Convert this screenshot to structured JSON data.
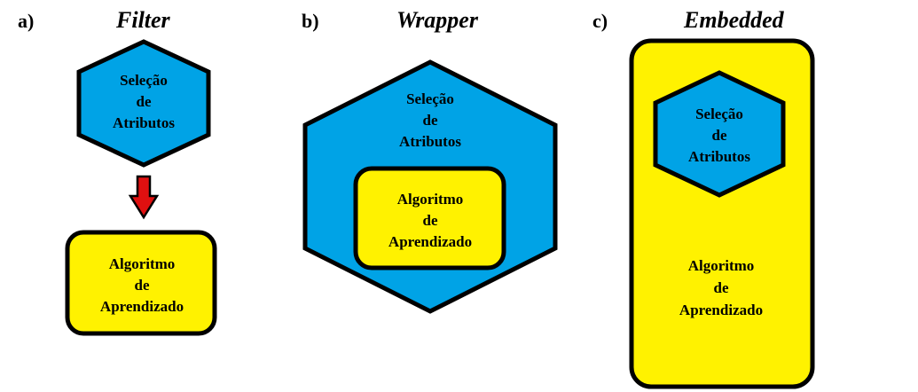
{
  "colors": {
    "feature_selection_fill": "#00A3E6",
    "learning_algorithm_fill": "#FFF200",
    "arrow_fill": "#E01010",
    "outline": "#000000"
  },
  "panels": [
    {
      "label": "a)",
      "title": "Filter",
      "feature_selection": [
        "Seleção",
        "de",
        "Atributos"
      ],
      "learning_algorithm": [
        "Algoritmo",
        "de",
        "Aprendizado"
      ],
      "arrow_icon": "down-arrow-icon"
    },
    {
      "label": "b)",
      "title": "Wrapper",
      "feature_selection": [
        "Seleção",
        "de",
        "Atributos"
      ],
      "learning_algorithm": [
        "Algoritmo",
        "de",
        "Aprendizado"
      ]
    },
    {
      "label": "c)",
      "title": "Embedded",
      "feature_selection": [
        "Seleção",
        "de",
        "Atributos"
      ],
      "learning_algorithm": [
        "Algoritmo",
        "de",
        "Aprendizado"
      ]
    }
  ]
}
